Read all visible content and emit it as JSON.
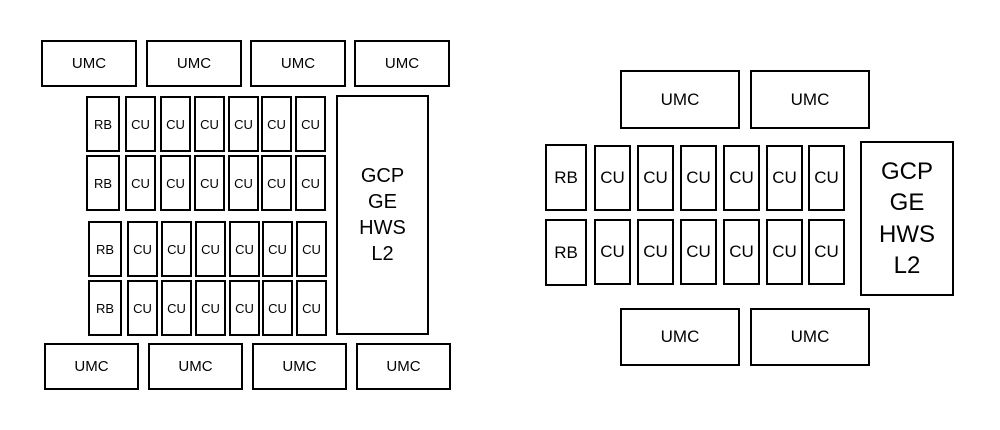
{
  "left_die": {
    "umc_top": [
      "UMC",
      "UMC",
      "UMC",
      "UMC"
    ],
    "umc_bottom": [
      "UMC",
      "UMC",
      "UMC",
      "UMC"
    ],
    "rows": [
      {
        "rb": "RB",
        "cus": [
          "CU",
          "CU",
          "CU",
          "CU",
          "CU",
          "CU"
        ]
      },
      {
        "rb": "RB",
        "cus": [
          "CU",
          "CU",
          "CU",
          "CU",
          "CU",
          "CU"
        ]
      },
      {
        "rb": "RB",
        "cus": [
          "CU",
          "CU",
          "CU",
          "CU",
          "CU",
          "CU"
        ]
      },
      {
        "rb": "RB",
        "cus": [
          "CU",
          "CU",
          "CU",
          "CU",
          "CU",
          "CU"
        ]
      }
    ],
    "core_lines": [
      "GCP",
      "GE",
      "HWS",
      "L2"
    ]
  },
  "right_die": {
    "umc_top": [
      "UMC",
      "UMC"
    ],
    "umc_bottom": [
      "UMC",
      "UMC"
    ],
    "rows": [
      {
        "rb": "RB",
        "cus": [
          "CU",
          "CU",
          "CU",
          "CU",
          "CU",
          "CU"
        ]
      },
      {
        "rb": "RB",
        "cus": [
          "CU",
          "CU",
          "CU",
          "CU",
          "CU",
          "CU"
        ]
      }
    ],
    "core_lines": [
      "GCP",
      "GE",
      "HWS",
      "L2"
    ]
  }
}
